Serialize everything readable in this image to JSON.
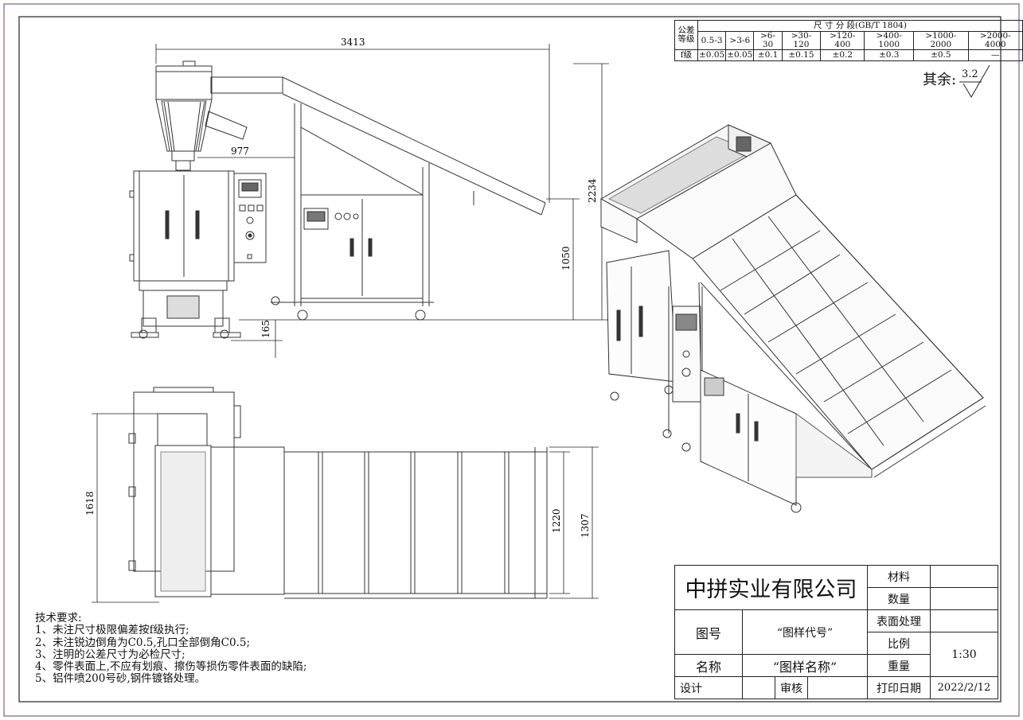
{
  "tolerance_table": {
    "corner_label": "公差\n等级",
    "section_title": "尺 寸 分 段(GB/T 1804)",
    "ranges": [
      "0.5-3",
      ">3-6",
      ">6-30",
      ">30-120",
      ">120-400",
      ">400-1000",
      ">1000-2000",
      ">2000-4000"
    ],
    "grade_label": "f级",
    "values": [
      "±0.05",
      "±0.05",
      "±0.1",
      "±0.15",
      "±0.2",
      "±0.3",
      "±0.5",
      "—"
    ]
  },
  "roughness": {
    "label": "其余:",
    "value": "3.2"
  },
  "dimensions": {
    "d3413": "3413",
    "d977": "977",
    "d2234": "2234",
    "d1050": "1050",
    "d165": "165",
    "d1618": "1618",
    "d1220": "1220",
    "d1307": "1307"
  },
  "notes": {
    "title": "技术要求:",
    "items": [
      "1、未注尺寸极限偏差按f级执行;",
      "2、未注锐边倒角为C0.5,孔口全部倒角C0.5;",
      "3、注明的公差尺寸为必检尺寸;",
      "4、零件表面上,不应有划痕、擦伤等损伤零件表面的缺陷;",
      "5、铝件喷200号砂,钢件镀铬处理。"
    ]
  },
  "title_block": {
    "company": "中拼实业有限公司",
    "material_label": "材料",
    "material_value": "",
    "quantity_label": "数量",
    "quantity_value": "",
    "drawing_no_label": "图号",
    "drawing_no_value": "“图样代号”",
    "surface_label": "表面处理",
    "surface_value": "",
    "scale_label": "比例",
    "scale_value": "1:30",
    "name_label": "名称",
    "name_value": "“图样名称”",
    "weight_label": "重量",
    "weight_value": "",
    "design_label": "设计",
    "review_label": "审核",
    "print_date_label": "打印日期",
    "print_date_value": "2022/2/12"
  },
  "colors": {
    "line": "#222222",
    "border": "#7a5f8a",
    "panel": "#f4f4f4"
  }
}
